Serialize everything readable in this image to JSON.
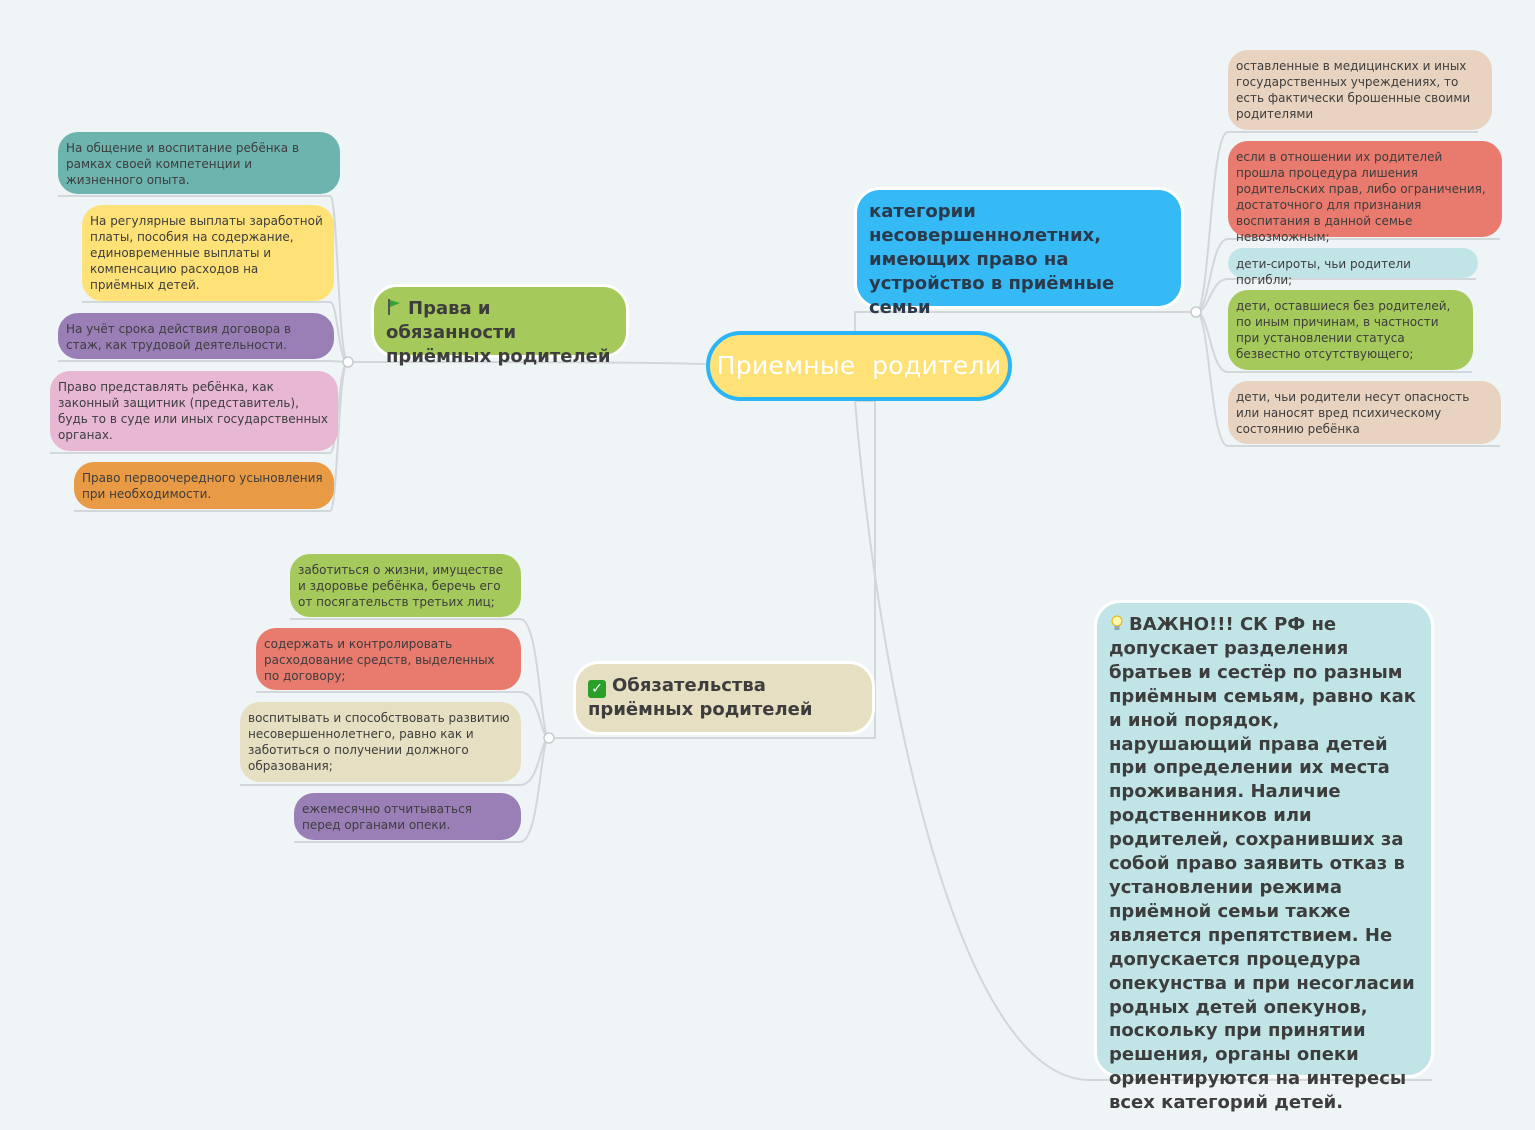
{
  "root": {
    "label": "Приемные  родители"
  },
  "branches": {
    "categories": {
      "title": "категории несовершеннолетних, имеющих право на устройство в приёмные семьи",
      "items": [
        "оставленные в медицинских и иных государственных учреждениях, то есть фактически брошенные своими родителями",
        "если в отношении их родителей прошла процедура лишения родительских прав, либо ограничения, достаточного для признания воспитания в данной семье невозможным;",
        "дети-сироты, чьи родители погибли;",
        "дети, оставшиеся без родителей, по иным причинам, в частности при установлении статуса безвестно отсутствующего;",
        "дети, чьи родители несут опасность или наносят вред психическому состоянию ребёнка"
      ]
    },
    "rights": {
      "title": "Права и обязанности приёмных родителей",
      "icon": "flag-icon",
      "items": [
        "На общение и воспитание ребёнка в рамках своей компетенции и жизненного опыта.",
        "На регулярные выплаты заработной платы, пособия на содержание, единовременные выплаты и компенсацию расходов на приёмных детей.",
        "На учёт срока действия договора в стаж, как трудовой деятельности.",
        "Право представлять ребёнка, как законный защитник (представитель), будь то в суде или иных государственных органах.",
        "Право первоочередного усыновления при необходимости."
      ]
    },
    "duties": {
      "title": "Обязательства приёмных родителей",
      "icon": "check-icon",
      "items": [
        "заботиться о жизни, имуществе и здоровье ребёнка, беречь его от посягательств третьих лиц;",
        "содержать и контролировать расходование средств, выделенных по договору;",
        "воспитывать и способствовать развитию несовершеннолетнего, равно как и заботиться о получении должного образования;",
        "ежемесячно отчитываться перед органами опеки."
      ]
    },
    "note": {
      "icon": "lightbulb-icon",
      "text": "ВАЖНО!!! СК РФ не допускает разделения братьев и сестёр по разным приёмным семьям, равно как и иной порядок, нарушающий права детей при определении их места проживания. Наличие родственников или родителей, сохранивших за собой право заявить отказ в установлении режима приёмной семьи также является препятствием. Не допускается процедура опекунства и при несогласии родных детей опекунов, поскольку при принятии решения, органы опеки ориентируются на интересы всех категорий детей."
    }
  },
  "colors": {
    "root_fill": "#ffe277",
    "root_border": "#2cb5f5",
    "categories": "#35baf6",
    "rights": "#a5c95b",
    "duties": "#e6dfc1",
    "note": "#c1e5e7",
    "teal": "#6db3ae",
    "yellow": "#ffe277",
    "purple": "#9a7fb6",
    "pink": "#e8b7d4",
    "orange": "#e89a44",
    "beige": "#e8d3c0",
    "red": "#e87a6e",
    "green": "#a5c95b",
    "light_teal": "#c1e5e7",
    "connector": "#d2d7da"
  }
}
